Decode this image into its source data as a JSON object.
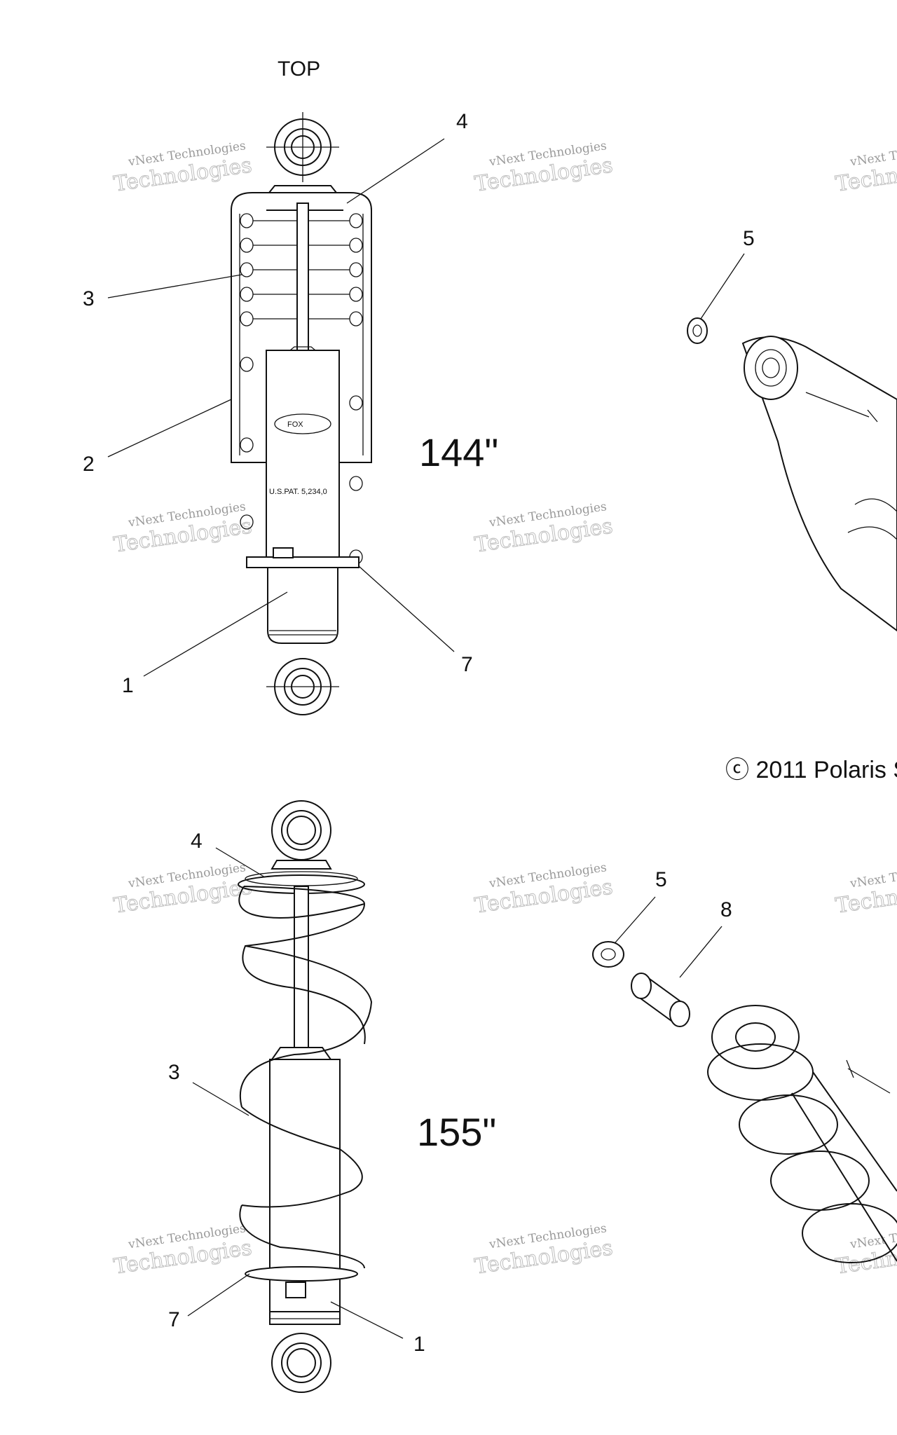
{
  "top_label": "TOP",
  "size_labels": {
    "upper": "144\"",
    "lower": "155\""
  },
  "copyright": "ⓒ 2011 Polaris S",
  "callouts": {
    "upper": [
      "4",
      "3",
      "2",
      "1",
      "7",
      "5"
    ],
    "lower": [
      "4",
      "3",
      "7",
      "1",
      "5",
      "8"
    ]
  },
  "watermark": {
    "line1": "vNext Technologies",
    "line2": "Technologies"
  },
  "shock_body_text": "U.S.PAT. 5,234,0"
}
